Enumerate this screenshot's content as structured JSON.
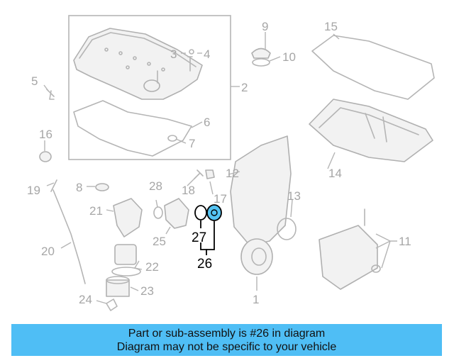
{
  "highlight_part": "26",
  "colors": {
    "banner": "#4fbef5",
    "highlight_fill": "#54c3f2",
    "parts": "#b5b5b5"
  },
  "callouts": {
    "c1": "1",
    "c2": "2",
    "c3": "3",
    "c4": "4",
    "c5": "5",
    "c6": "6",
    "c7": "7",
    "c8": "8",
    "c9": "9",
    "c10": "10",
    "c11": "11",
    "c12": "12",
    "c13": "13",
    "c14": "14",
    "c15": "15",
    "c16": "16",
    "c17": "17",
    "c18": "18",
    "c19": "19",
    "c20": "20",
    "c21": "21",
    "c22": "22",
    "c23": "23",
    "c24": "24",
    "c25": "25",
    "c26": "26",
    "c27": "27",
    "c28": "28"
  },
  "banner": {
    "line1": "Part or sub-assembly is #26 in diagram",
    "line2": "Diagram may not be specific to your vehicle"
  }
}
